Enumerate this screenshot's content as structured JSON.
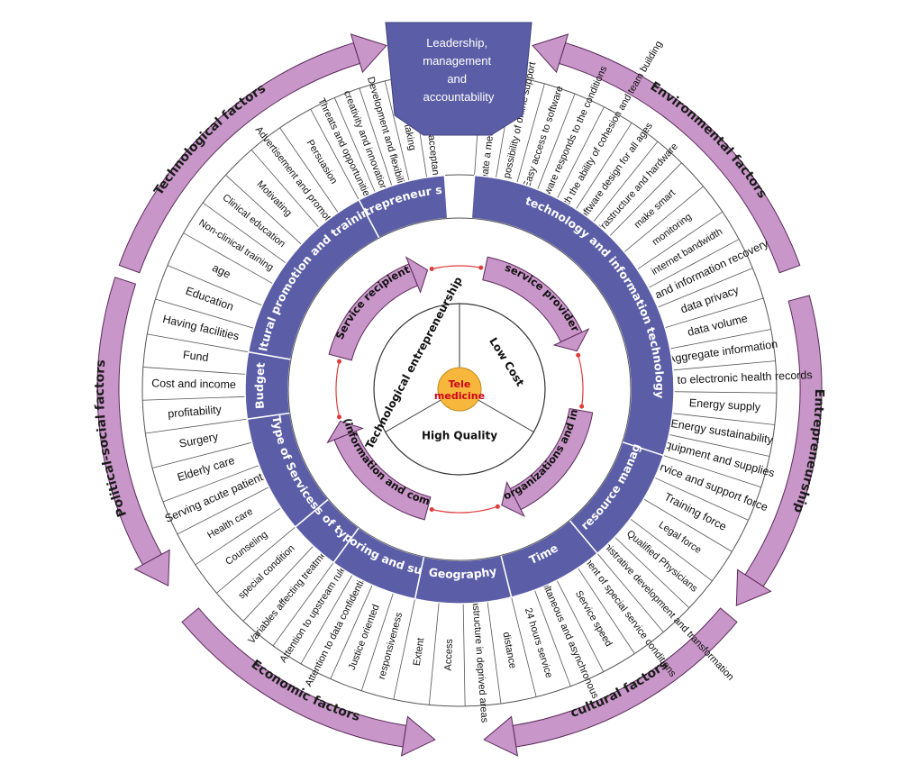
{
  "colors": {
    "arrow": "#c896c8",
    "arrow_stroke": "#5a2a5a",
    "ring": "#5b5ea6",
    "inner_arrow": "#c896c8",
    "center": "#f6b73c",
    "connector": "#e03c3c"
  },
  "leadership": {
    "lines": [
      "Leadership,",
      "management",
      "and",
      "accountability"
    ]
  },
  "outer_factors": [
    {
      "label": "Technological factors"
    },
    {
      "label": "Environmental factors"
    },
    {
      "label": "Entrepreneurship"
    },
    {
      "label": "cultural factors"
    },
    {
      "label": "Economic factors"
    },
    {
      "label": "Political-social factors"
    }
  ],
  "segments": [
    {
      "label": "entrepreneur ship",
      "items": [
        "Threats and opportunities",
        "creativity and innovation",
        "Development and flexibility",
        "risk taking",
        "Awareness and acceptance"
      ]
    },
    {
      "label": "technology and information technology",
      "items": [
        "Ability to create a meeting room in the software",
        "The possibility of online support",
        "Easy access to software",
        "The software responds to the conditions",
        "Software design with the ability of cohesion and team building",
        "Software design for all ages",
        "Infrastructure and hardware",
        "make smart",
        "monitoring",
        "internet bandwidth",
        "Data and information recovery",
        "data privacy",
        "data volume",
        "Aggregate information",
        "Access to electronic health records",
        "Energy supply",
        "Energy sustainability",
        "Equipment and supplies"
      ]
    },
    {
      "label": "Human resource management",
      "items": [
        "Service and support force",
        "Training force",
        "Legal force",
        "Qualified Physicians",
        "Managers of administrative development and transformation"
      ]
    },
    {
      "label": "Time",
      "items": [
        "Management of special service conditions",
        "Service speed",
        "Simultaneous and asynchronous",
        "24 hours service"
      ]
    },
    {
      "label": "Geography",
      "items": [
        "distance",
        "Infrastructure in deprived areas",
        "Access",
        "Extent"
      ]
    },
    {
      "label": "Monitoring and support",
      "items": [
        "responsiveness",
        "Justice oriented",
        "Attention to data confidentiality",
        "Attention to upstream rules"
      ]
    },
    {
      "label": "Conditions of type disease",
      "items": [
        "Variables affecting treatment",
        "special condition"
      ]
    },
    {
      "label": "Type of Services",
      "items": [
        "Counseling",
        "Health care",
        "Serving acute patients",
        "Elderly care",
        "Surgery"
      ]
    },
    {
      "label": "Budget",
      "items": [
        "profitability",
        "Cost and income",
        "Fund"
      ]
    },
    {
      "label": "cultural promotion and training",
      "items": [
        "Having facilities",
        "Education",
        "age",
        "Non-clinical training",
        "Clinical education",
        "Motivating",
        "Advertisement and promotion",
        "Persuasion"
      ]
    }
  ],
  "inner_arrows": [
    {
      "label": "service provider"
    },
    {
      "label": "Related organizations and investors"
    },
    {
      "label": "Technology (information and communication)"
    },
    {
      "label": "Service recipient"
    }
  ],
  "core": {
    "sectors": [
      {
        "label": "Technological entrepreneurship"
      },
      {
        "label": "Low Cost"
      },
      {
        "label": "High Quality"
      }
    ],
    "center": [
      "Tele",
      "medicine"
    ]
  }
}
